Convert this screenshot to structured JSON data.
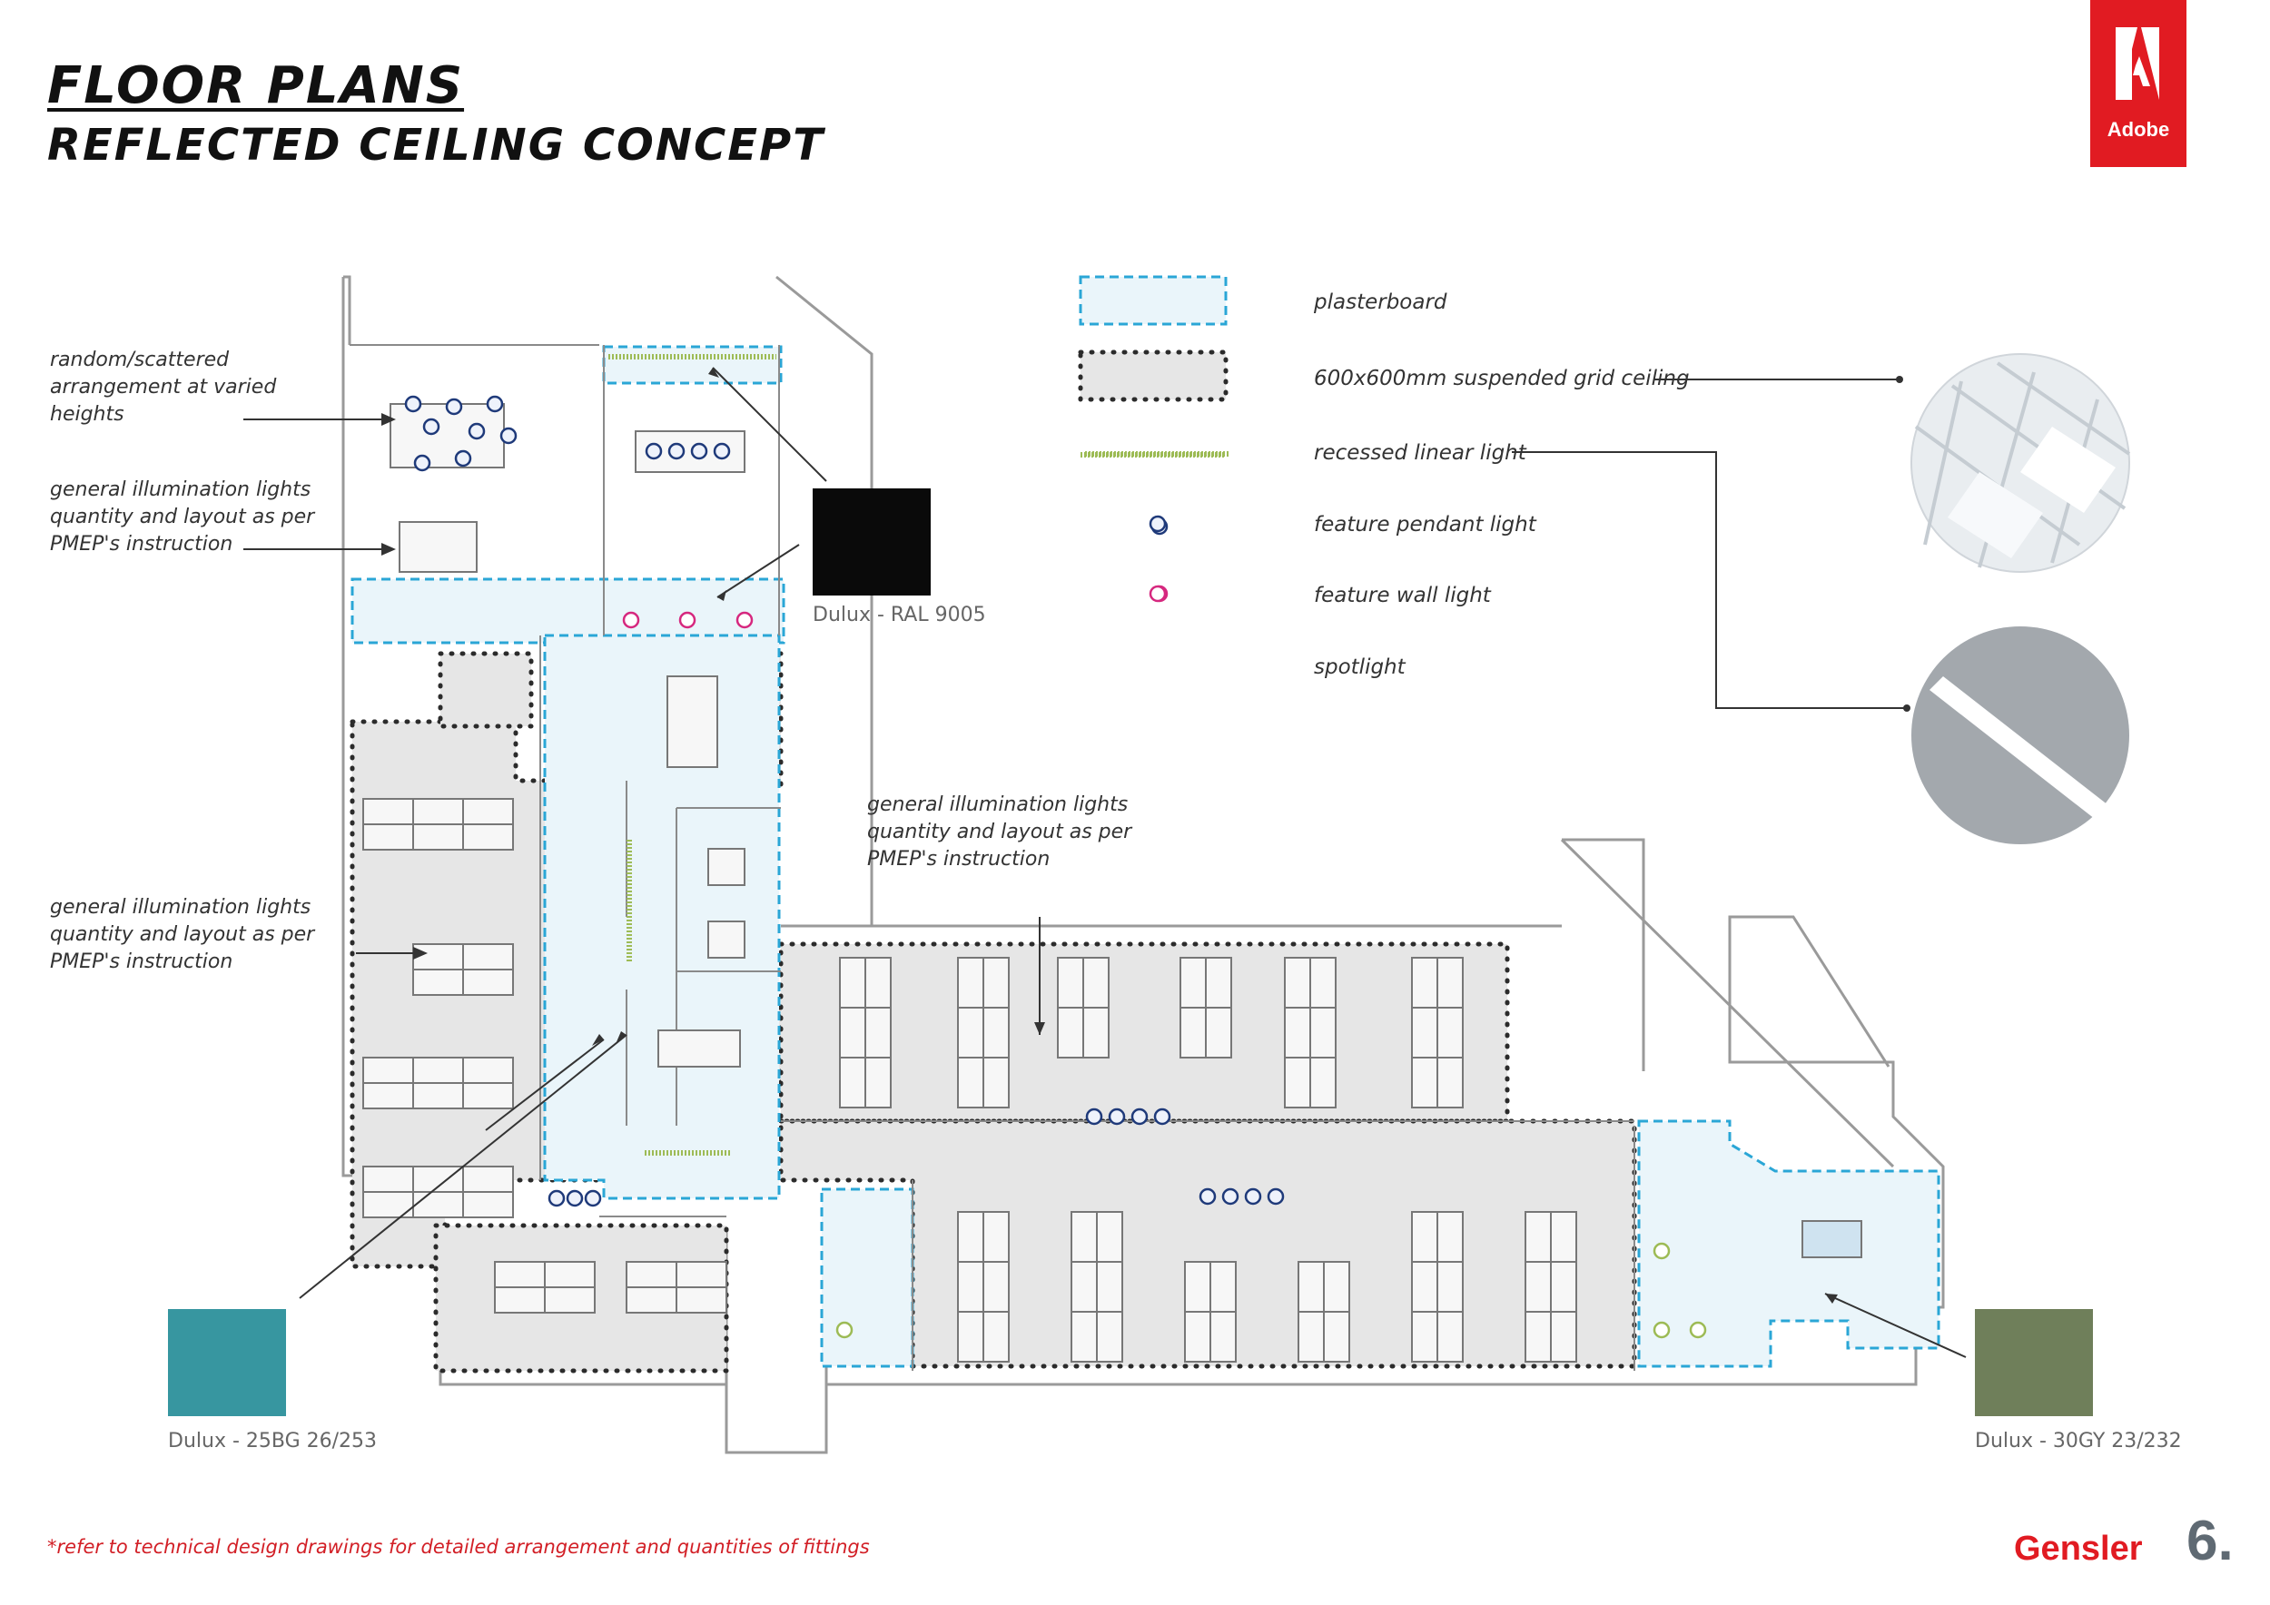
{
  "header": {
    "title": "FLOOR PLANS",
    "subtitle": "REFLECTED CEILING CONCEPT"
  },
  "logo": {
    "text": "Adobe",
    "color": "#e11b22"
  },
  "annotations": {
    "random": "random/scattered\narrangement at varied\nheights",
    "general_1": "general illumination lights\nquantity and layout as per\nPMEP's instruction",
    "general_2": "general illumination lights\nquantity and layout as per\nPMEP's instruction",
    "general_3": "general illumination lights\nquantity and layout as per\nPMEP's instruction"
  },
  "legend": {
    "plasterboard": "plasterboard",
    "grid_ceiling": "600x600mm suspended grid ceiling",
    "linear_light": "recessed linear light",
    "pendant": "feature pendant light",
    "wall_light": "feature wall light",
    "spotlight": "spotlight"
  },
  "swatches": {
    "black": {
      "label": "Dulux - RAL 9005",
      "color": "#0a0a0a"
    },
    "teal": {
      "label": "Dulux - 25BG 26/253",
      "color": "#3796a0"
    },
    "green": {
      "label": "Dulux - 30GY 23/232",
      "color": "#6f7f5a"
    }
  },
  "footnote": "*refer to technical design drawings for detailed arrangement and quantities of fittings",
  "footer": {
    "brand": "Gensler",
    "page": "6."
  },
  "colors": {
    "plasterboard_fill": "#eaf5fa",
    "plasterboard_stroke": "#2aa6d6",
    "grid_fill": "#e6e6e6",
    "pendant": "#1f3a7a",
    "wall_light": "#d6287f",
    "linear": "#9dbb55"
  },
  "icons": [
    "pendant-light-icon",
    "wall-light-icon",
    "grid-tile-photo",
    "linear-light-photo"
  ]
}
